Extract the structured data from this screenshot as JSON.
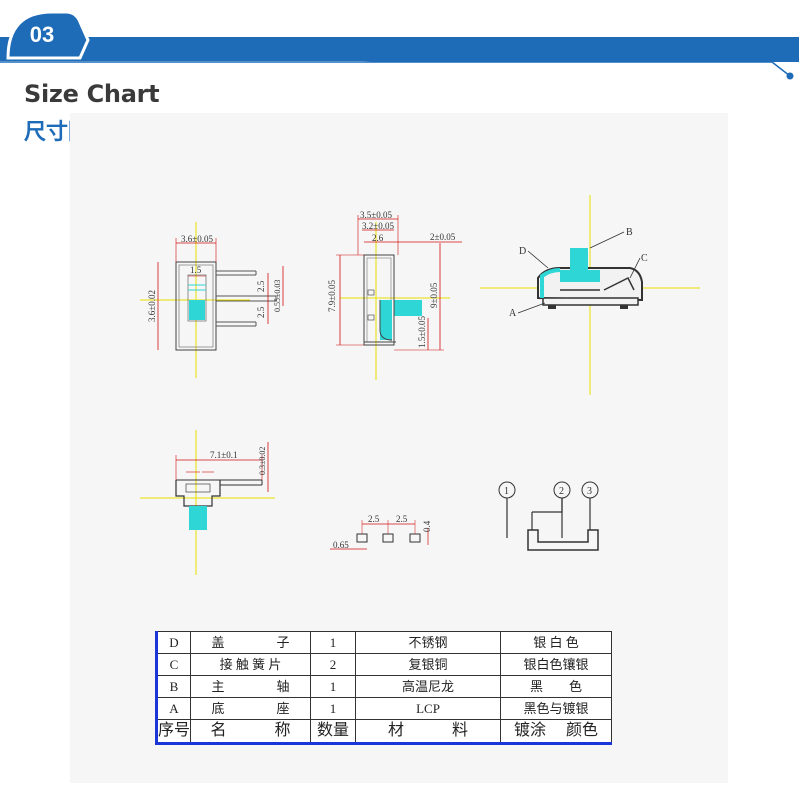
{
  "header": {
    "section_number": "03",
    "title_en": "Size Chart",
    "title_cn": "尺寸图",
    "accent_color": "#1e6bb8"
  },
  "drawing": {
    "front_view": {
      "width_dim": "3.6±0.05",
      "height_dim": "3.6±0.02",
      "slot_dim": "1.5",
      "pitch_upper": "2.5",
      "pitch_lower": "2.5",
      "pin_dim": "0.55±0.03"
    },
    "side_view": {
      "dim_top_1": "3.5±0.05",
      "dim_top_2": "3.2±0.05",
      "dim_top_3": "2.6",
      "dim_right": "2±0.05",
      "dim_left_height": "7.9±0.05",
      "dim_right_height": "9±0.05",
      "dim_lower": "1.5±0.05"
    },
    "section_view": {
      "label_a": "A",
      "label_b": "B",
      "label_c": "C",
      "label_d": "D"
    },
    "bottom_view": {
      "width_dim": "7.1±0.1",
      "height_dim": "0.3±0.02"
    },
    "pad_layout": {
      "pitch_left": "2.5",
      "pitch_right": "2.5",
      "pad_height": "0.4",
      "pad_width": "0.65"
    },
    "schematic": {
      "pin_1": "1",
      "pin_2": "2",
      "pin_3": "3"
    }
  },
  "bom": {
    "rows": [
      {
        "code": "D",
        "name": "盖　　　　子",
        "qty": "1",
        "material": "不锈钢",
        "finish": "银 白 色"
      },
      {
        "code": "C",
        "name": "接 触 簧 片",
        "qty": "2",
        "material": "复银铜",
        "finish": "银白色镶银"
      },
      {
        "code": "B",
        "name": "主　　　　轴",
        "qty": "1",
        "material": "高温尼龙",
        "finish": "黑　　色"
      },
      {
        "code": "A",
        "name": "底　　　　座",
        "qty": "1",
        "material": "LCP",
        "finish": "黑色与镀银"
      }
    ],
    "header": {
      "code": "序号",
      "name": "名　　　称",
      "qty": "数量",
      "material": "材　　　料",
      "finish": "镀涂　 颜色"
    }
  }
}
